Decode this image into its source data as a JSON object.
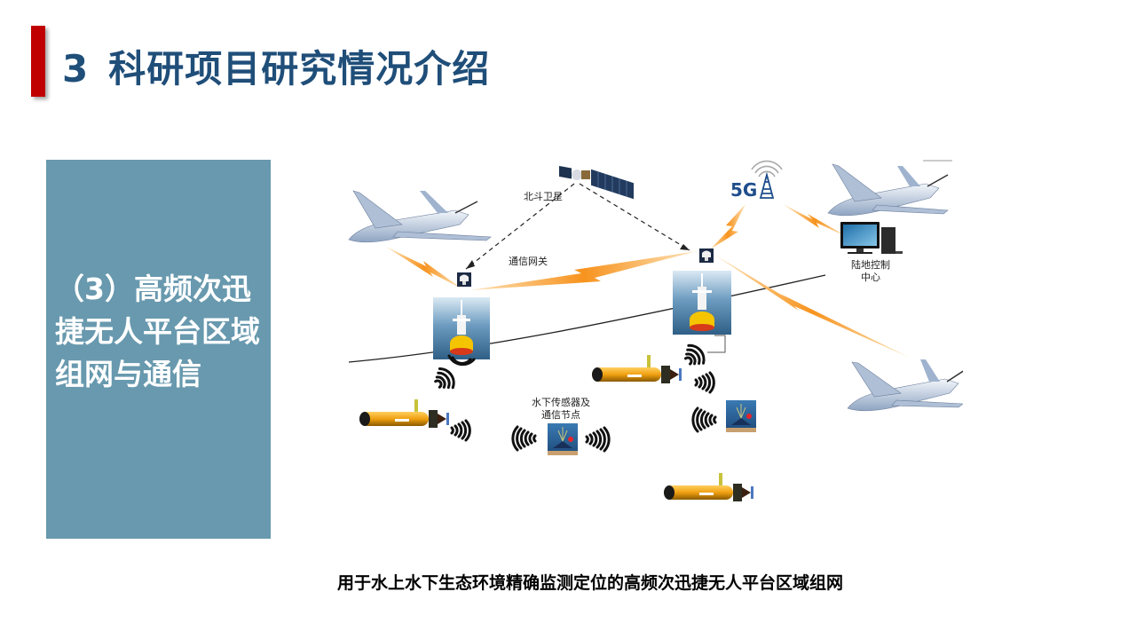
{
  "header": {
    "section_number": "3",
    "title": "科研项目研究情况介绍",
    "accent_color": "#c00000",
    "title_color": "#1f4e79"
  },
  "side_panel": {
    "text": "（3）高频次迅捷无人平台区域组网与通信",
    "background": "#6899ae"
  },
  "diagram": {
    "labels": {
      "satellite": "北斗卫星",
      "gateway": "通信网关",
      "control_center_line1": "陆地控制",
      "control_center_line2": "中心",
      "sensor_line1": "水下传感器及",
      "sensor_line2": "通信节点",
      "cellular": "5G"
    },
    "link_color": "#f7931e"
  },
  "caption": "用于水上水下生态环境精确监测定位的高频次迅捷无人平台区域组网"
}
